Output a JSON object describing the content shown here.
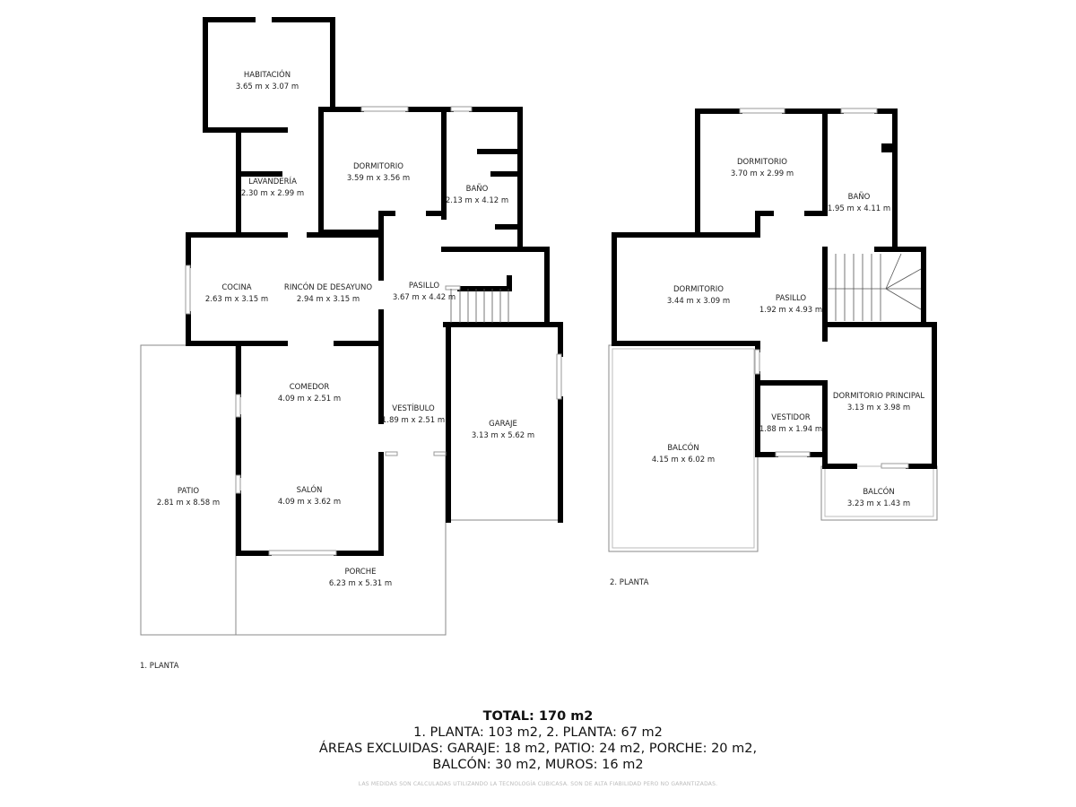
{
  "floors": [
    {
      "label": "1. PLANTA",
      "rooms": [
        {
          "name": "HABITACIÓN",
          "size": "3.65 m x 3.07 m"
        },
        {
          "name": "LAVANDERÍA",
          "size": "2.30 m x 2.99 m"
        },
        {
          "name": "DORMITORIO",
          "size": "3.59 m x 3.56 m"
        },
        {
          "name": "BAÑO",
          "size": "2.13 m x 4.12 m"
        },
        {
          "name": "COCINA",
          "size": "2.63 m x 3.15 m"
        },
        {
          "name": "RINCÓN DE DESAYUNO",
          "size": "2.94 m x 3.15 m"
        },
        {
          "name": "PASILLO",
          "size": "3.67 m x 4.42 m"
        },
        {
          "name": "COMEDOR",
          "size": "4.09 m x 2.51 m"
        },
        {
          "name": "VESTÍBULO",
          "size": "1.89 m x 2.51 m"
        },
        {
          "name": "GARAJE",
          "size": "3.13 m x 5.62 m"
        },
        {
          "name": "PATIO",
          "size": "2.81 m x 8.58 m"
        },
        {
          "name": "SALÓN",
          "size": "4.09 m x 3.62 m"
        },
        {
          "name": "PORCHE",
          "size": "6.23 m x 5.31 m"
        }
      ]
    },
    {
      "label": "2. PLANTA",
      "rooms": [
        {
          "name": "DORMITORIO",
          "size": "3.70 m x 2.99 m"
        },
        {
          "name": "BAÑO",
          "size": "1.95 m x 4.11 m"
        },
        {
          "name": "DORMITORIO",
          "size": "3.44 m x 3.09 m"
        },
        {
          "name": "PASILLO",
          "size": "1.92 m x 4.93 m"
        },
        {
          "name": "DORMITORIO PRINCIPAL",
          "size": "3.13 m x 3.98 m"
        },
        {
          "name": "VESTIDOR",
          "size": "1.88 m x 1.94 m"
        },
        {
          "name": "BALCÓN",
          "size": "4.15 m x 6.02 m"
        },
        {
          "name": "BALCÓN",
          "size": "3.23 m x 1.43 m"
        }
      ]
    }
  ],
  "summary": {
    "total": "TOTAL: 170 m2",
    "line1": "1. PLANTA: 103 m2, 2. PLANTA: 67 m2",
    "line2": "ÁREAS EXCLUIDAS: GARAJE: 18 m2, PATIO: 24 m2, PORCHE: 20 m2,",
    "line3": "BALCÓN: 30 m2, MUROS: 16 m2"
  },
  "disclaimer": "LAS MEDIDAS SON CALCULADAS UTILIZANDO LA TECNOLOGÍA CUBICASA. SON DE ALTA FIABILIDAD PERO NO GARANTIZADAS.",
  "colors": {
    "wall": "#000000",
    "thin": "#888888",
    "window": "#bbbbbb"
  }
}
